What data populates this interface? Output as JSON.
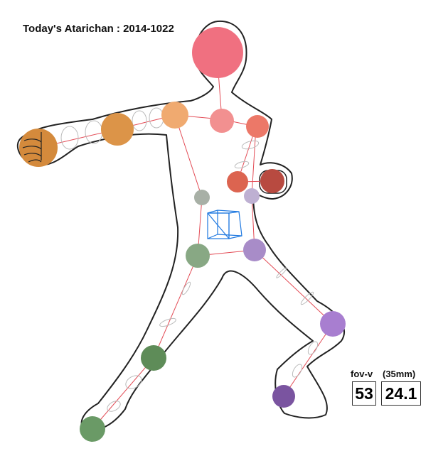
{
  "title": "Today's Atarichan : 2014-1022",
  "fov": {
    "fov_v_label": "fov-v",
    "mm_label": "(35mm)",
    "fov_v_value": "53",
    "mm_value": "24.1"
  },
  "colors": {
    "outline": "#222222",
    "bone": "#e34b55",
    "camera_cube": "#1e78e0",
    "head": "#f07080",
    "left_arm": "#df9548",
    "right_arm": "#e26e58",
    "spine": "#a8b0a6",
    "left_leg": "#6a9a66",
    "right_leg": "#9b7ec6"
  }
}
